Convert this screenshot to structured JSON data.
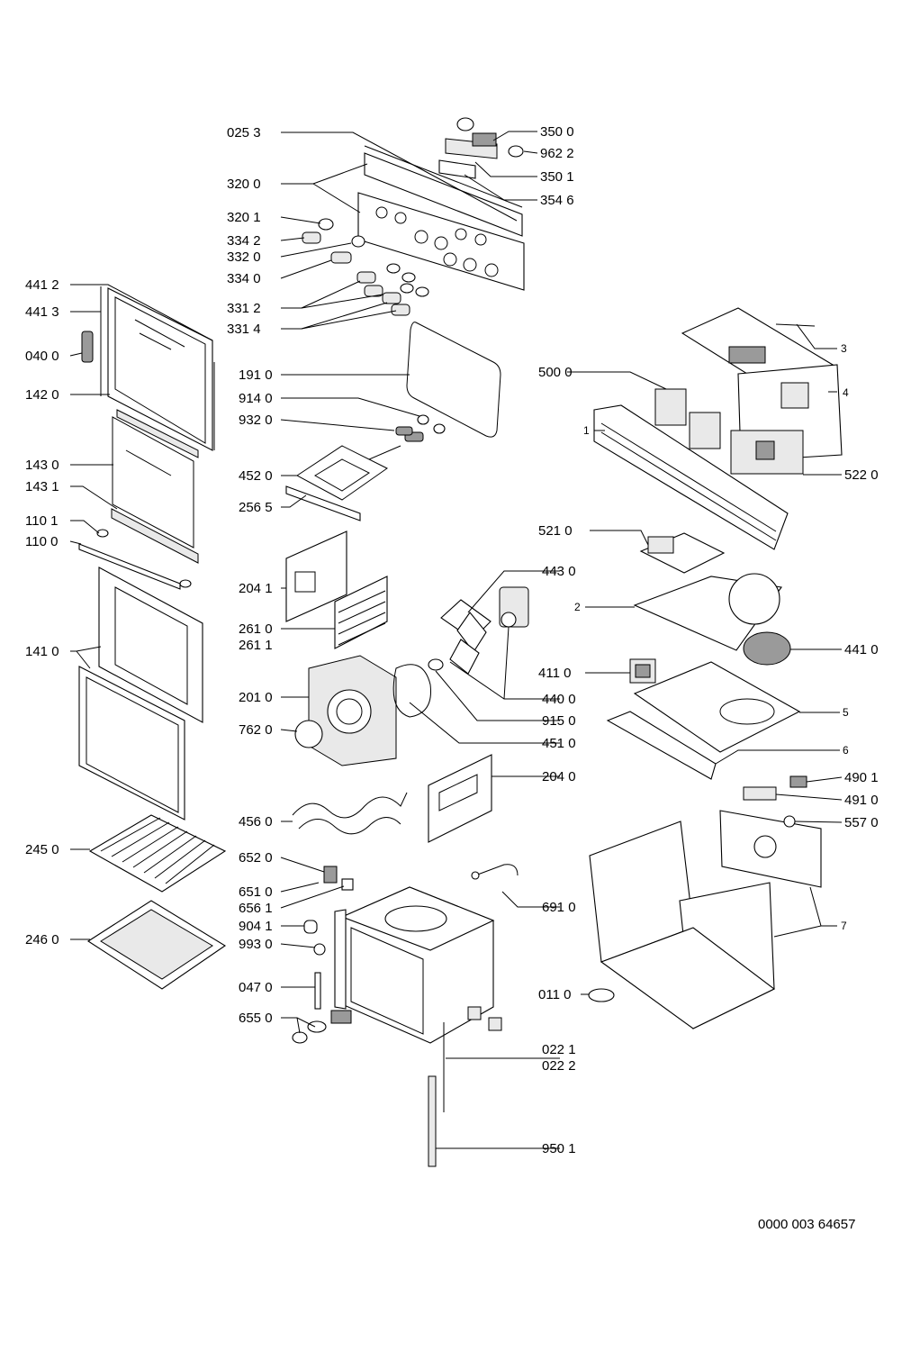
{
  "callouts": [
    {
      "id": "c0253",
      "text": "025 3"
    },
    {
      "id": "c3200",
      "text": "320 0"
    },
    {
      "id": "c3201",
      "text": "320 1"
    },
    {
      "id": "c3342",
      "text": "334 2"
    },
    {
      "id": "c3320",
      "text": "332 0"
    },
    {
      "id": "c3340",
      "text": "334 0"
    },
    {
      "id": "c3312",
      "text": "331 2"
    },
    {
      "id": "c3314",
      "text": "331 4"
    },
    {
      "id": "c3500",
      "text": "350 0"
    },
    {
      "id": "c9622",
      "text": "962 2"
    },
    {
      "id": "c3501",
      "text": "350 1"
    },
    {
      "id": "c3546",
      "text": "354 6"
    },
    {
      "id": "c4412",
      "text": "441 2"
    },
    {
      "id": "c4413",
      "text": "441 3"
    },
    {
      "id": "c0400",
      "text": "040 0"
    },
    {
      "id": "c1420",
      "text": "142 0"
    },
    {
      "id": "c1430",
      "text": "143 0"
    },
    {
      "id": "c1431",
      "text": "143 1"
    },
    {
      "id": "c1101",
      "text": "110 1"
    },
    {
      "id": "c1100",
      "text": "110 0"
    },
    {
      "id": "c1410",
      "text": "141 0"
    },
    {
      "id": "c2450",
      "text": "245 0"
    },
    {
      "id": "c2460",
      "text": "246 0"
    },
    {
      "id": "c1910",
      "text": "191 0"
    },
    {
      "id": "c9140",
      "text": "914 0"
    },
    {
      "id": "c9320",
      "text": "932 0"
    },
    {
      "id": "c4520",
      "text": "452 0"
    },
    {
      "id": "c2565",
      "text": "256 5"
    },
    {
      "id": "c2041",
      "text": "204 1"
    },
    {
      "id": "c2610",
      "text": "261 0"
    },
    {
      "id": "c2611",
      "text": "261 1"
    },
    {
      "id": "c2010",
      "text": "201 0"
    },
    {
      "id": "c7620",
      "text": "762 0"
    },
    {
      "id": "c4560",
      "text": "456 0"
    },
    {
      "id": "c6520",
      "text": "652 0"
    },
    {
      "id": "c6510",
      "text": "651 0"
    },
    {
      "id": "c6561",
      "text": "656 1"
    },
    {
      "id": "c9041",
      "text": "904 1"
    },
    {
      "id": "c9930",
      "text": "993 0"
    },
    {
      "id": "c0470",
      "text": "047 0"
    },
    {
      "id": "c6550",
      "text": "655 0"
    },
    {
      "id": "c4430",
      "text": "443 0"
    },
    {
      "id": "c4400",
      "text": "440 0"
    },
    {
      "id": "c9150",
      "text": "915 0"
    },
    {
      "id": "c4510",
      "text": "451 0"
    },
    {
      "id": "c2040",
      "text": "204 0"
    },
    {
      "id": "c6910",
      "text": "691 0"
    },
    {
      "id": "c0221",
      "text": "022 1"
    },
    {
      "id": "c0222",
      "text": "022 2"
    },
    {
      "id": "c9501",
      "text": "950 1"
    },
    {
      "id": "c5000",
      "text": "500 0"
    },
    {
      "id": "c5220",
      "text": "522 0"
    },
    {
      "id": "c5210",
      "text": "521 0"
    },
    {
      "id": "c4410",
      "text": "441 0"
    },
    {
      "id": "c4110",
      "text": "411 0"
    },
    {
      "id": "c4901",
      "text": "490 1"
    },
    {
      "id": "c4910",
      "text": "491 0"
    },
    {
      "id": "c5570",
      "text": "557 0"
    },
    {
      "id": "c0110",
      "text": "011 0"
    },
    {
      "id": "n1",
      "text": "1"
    },
    {
      "id": "n2",
      "text": "2"
    },
    {
      "id": "n3",
      "text": "3"
    },
    {
      "id": "n4",
      "text": "4"
    },
    {
      "id": "n5",
      "text": "5"
    },
    {
      "id": "n6",
      "text": "6"
    },
    {
      "id": "n7",
      "text": "7"
    }
  ],
  "document_ref": "0000 003 64657"
}
